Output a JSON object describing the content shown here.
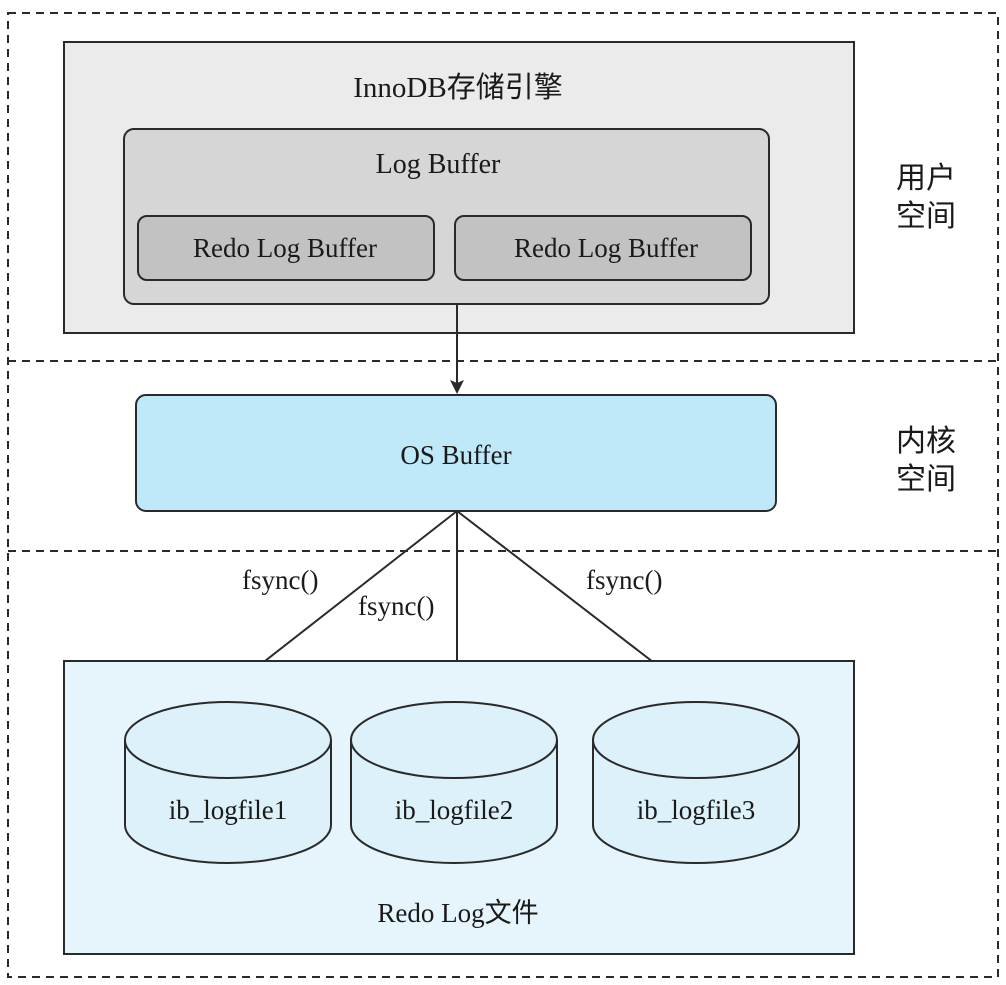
{
  "diagram": {
    "innodb": {
      "title": "InnoDB存储引擎"
    },
    "log_buffer": {
      "title": "Log Buffer"
    },
    "redo_buffers": [
      "Redo Log Buffer",
      "Redo Log Buffer"
    ],
    "os_buffer": {
      "label": "OS Buffer"
    },
    "fsync_labels": [
      "fsync()",
      "fsync()",
      "fsync()"
    ],
    "logfiles": [
      "ib_logfile1",
      "ib_logfile2",
      "ib_logfile3"
    ],
    "redo_files": {
      "title": "Redo Log文件"
    },
    "zones": {
      "user_space": [
        "用户",
        "空间"
      ],
      "kernel_space": [
        "内核",
        "空间"
      ]
    },
    "colors": {
      "innodb_fill": "#ebebeb",
      "log_buffer_fill": "#d6d6d6",
      "redo_fill": "#c2c2c2",
      "os_buffer_fill": "#bfe8f8",
      "files_area_fill": "#e6f5fc",
      "cylinder_fill": "#dcf1fa",
      "stroke": "#2a2a2a"
    }
  }
}
